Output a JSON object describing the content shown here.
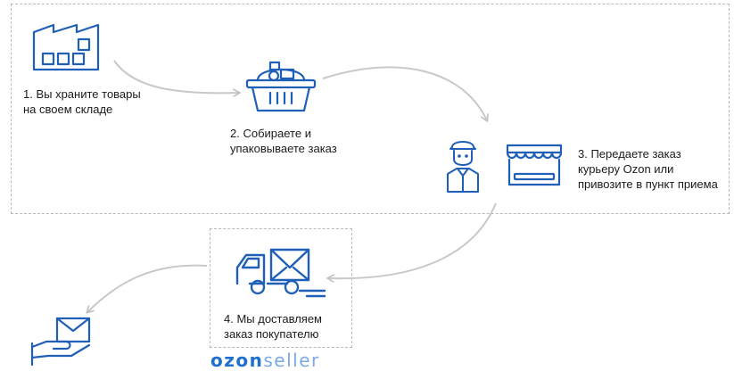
{
  "steps": [
    {
      "label": "1. Вы храните товары\nна своем складе"
    },
    {
      "label": "2. Собираете и\nупаковываете заказ"
    },
    {
      "label": "3. Передаете заказ\nкурьеру Ozon или\nпривозите в пункт приема"
    },
    {
      "label": "4. Мы доставляем\nзаказ покупателю"
    }
  ],
  "logo": {
    "brand": "ozon",
    "suffix": "seller"
  },
  "icons": {
    "warehouse": "warehouse-icon",
    "basket": "basket-icon",
    "courier": "courier-icon",
    "pickup_point": "pickup-point-icon",
    "truck": "truck-icon",
    "delivered_package": "hand-envelope-icon"
  },
  "colors": {
    "icon_blue": "#1f5fb8",
    "arrow_gray": "#c8c8c8",
    "frame_gray": "#b8b8b8",
    "brand_blue": "#1f6fd1",
    "brand_light_blue": "#7aa9e8"
  }
}
